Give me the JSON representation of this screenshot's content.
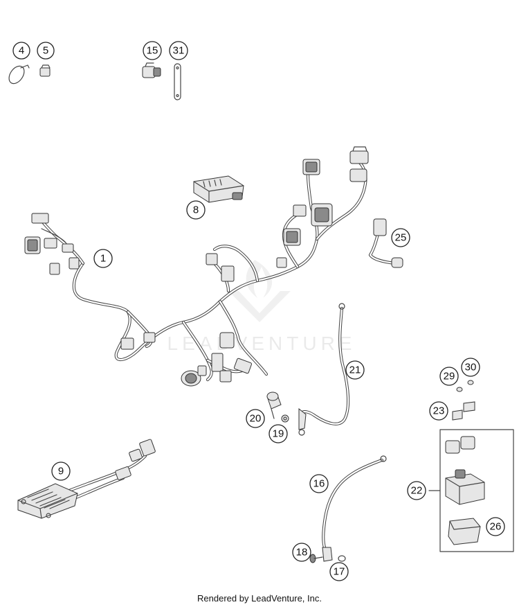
{
  "diagram": {
    "callouts": [
      "1",
      "4",
      "5",
      "8",
      "9",
      "15",
      "16",
      "17",
      "18",
      "19",
      "20",
      "21",
      "22",
      "23",
      "25",
      "26",
      "29",
      "30",
      "31"
    ],
    "watermark": "LEADVENTURE"
  },
  "footer": {
    "text": "Rendered by LeadVenture, Inc."
  }
}
